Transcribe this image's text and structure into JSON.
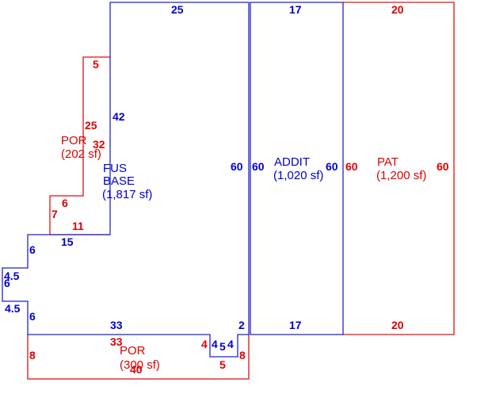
{
  "colors": {
    "blue": "#0000cc",
    "red": "#dd0000"
  },
  "areas": {
    "fus_base": {
      "name_line1": "FUS",
      "name_line2": "BASE",
      "area": "(1,817 sf)"
    },
    "addit": {
      "name": "ADDIT",
      "area": "(1,020 sf)"
    },
    "pat": {
      "name": "PAT",
      "area": "(1,200 sf)"
    },
    "por_left": {
      "name": "POR",
      "area": "(202 sf)"
    },
    "por_bottom": {
      "name": "POR",
      "area": "(300 sf)"
    }
  },
  "dims": {
    "fus_top": "25",
    "fus_left_upper": "42",
    "fus_right": "60",
    "fus_step_15": "15",
    "fus_step_6_upper": "6",
    "fus_step_45_upper": "4.5",
    "fus_step_6_mid": "6",
    "fus_step_45_lower": "4.5",
    "fus_step_6_lower": "6",
    "fus_bottom_33": "33",
    "fus_bottom_2": "2",
    "fus_notch_4a": "4",
    "fus_notch_5": "5",
    "fus_notch_4b": "4",
    "addit_top": "17",
    "addit_left": "60",
    "addit_right": "60",
    "addit_bottom": "17",
    "pat_top": "20",
    "pat_left": "60",
    "pat_right": "60",
    "pat_bottom": "20",
    "por_left_top": "5",
    "por_left_25": "25",
    "por_left_32": "32",
    "por_left_6": "6",
    "por_left_7": "7",
    "por_left_11": "11",
    "por_bot_8_left": "8",
    "por_bot_33": "33",
    "por_bot_40": "40",
    "por_bot_4": "4",
    "por_bot_5": "5",
    "por_bot_8_right": "8"
  }
}
